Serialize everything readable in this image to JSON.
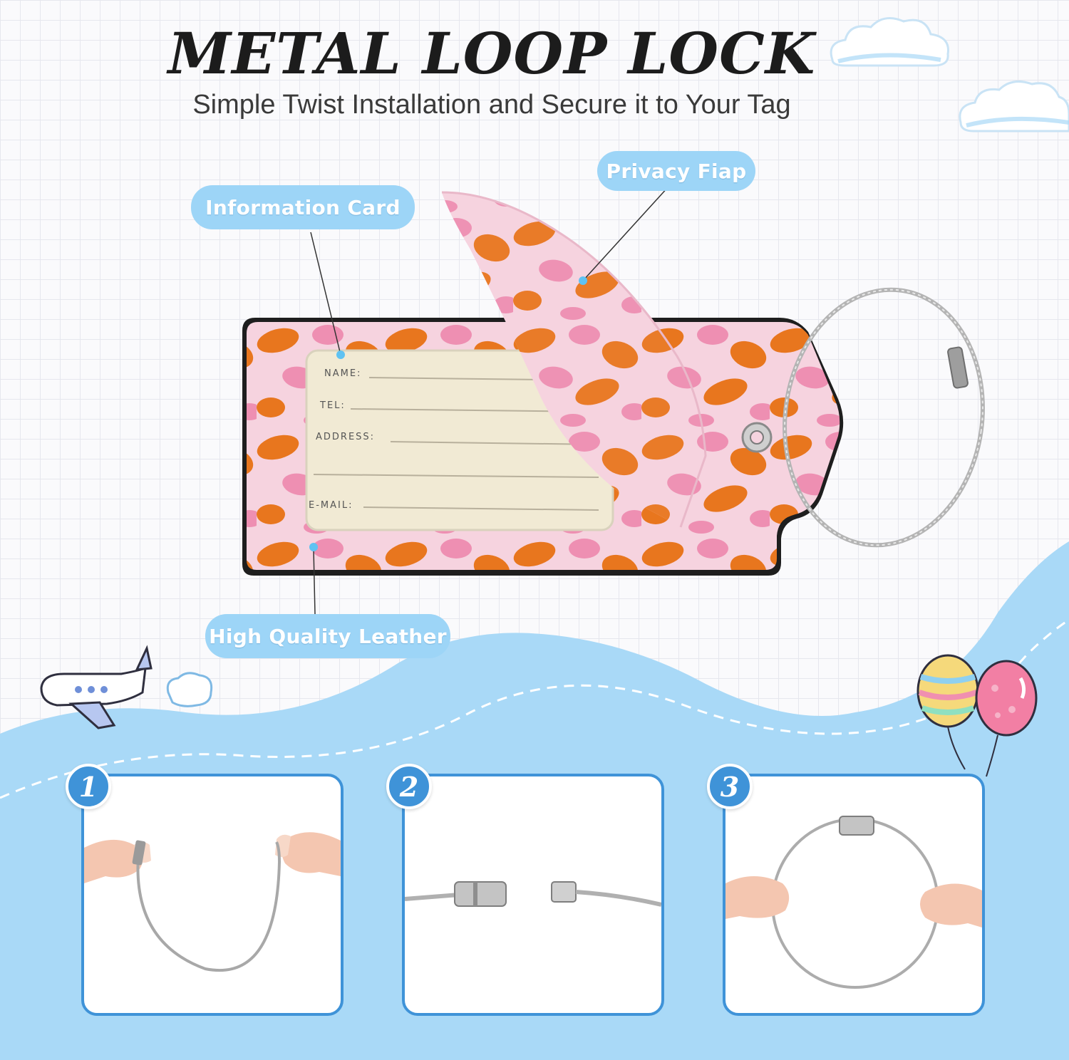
{
  "header": {
    "title": "METAL LOOP LOCK",
    "subtitle": "Simple Twist Installation and Secure it to Your Tag"
  },
  "callouts": {
    "information_card": "Information Card",
    "privacy_flap": "Privacy Fiap",
    "leather": "High Quality Leather"
  },
  "tag_fields": {
    "name": "NAME:",
    "tel": "TEL:",
    "address": "ADDRESS:",
    "email": "E-MAIL:"
  },
  "steps": [
    {
      "number": "1"
    },
    {
      "number": "2"
    },
    {
      "number": "3"
    }
  ],
  "colors": {
    "accent_blue": "#3f93d8",
    "callout_blue": "#9dd5f7",
    "wave_blue": "#a9d9f7",
    "leopard_orange": "#e8761e",
    "leopard_pink": "#ee8fb2",
    "tag_base": "#f6d3df"
  },
  "icons": [
    "cloud-icon",
    "airplane-icon",
    "balloon-icon",
    "hand-icon",
    "wire-loop-icon"
  ]
}
